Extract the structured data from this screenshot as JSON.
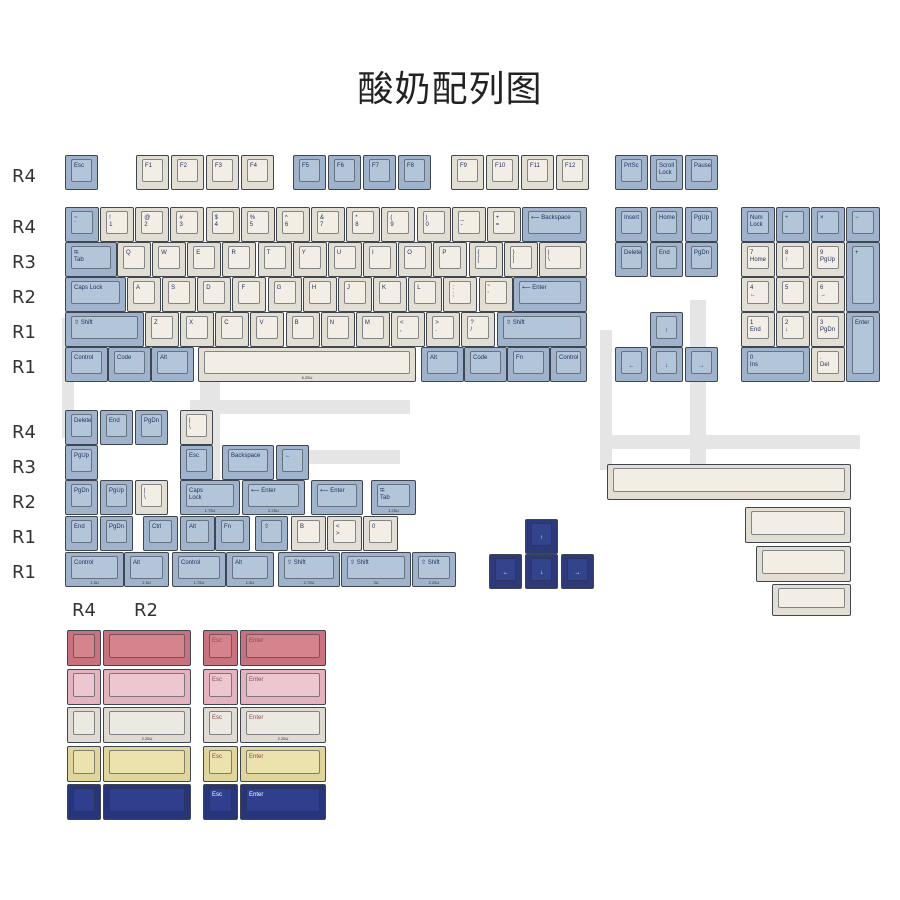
{
  "title": "酸奶配列图",
  "row_labels": {
    "r4": "R4",
    "r3": "R3",
    "r2": "R2",
    "r1": "R1"
  },
  "novelty_headers": [
    "R4",
    "R2"
  ],
  "colors": {
    "blue": "#9fb4cc",
    "cream": "#e3ded3",
    "navy": "#2c3a7a",
    "red": "#c8727d",
    "pink": "#e3b4c0",
    "ivory": "#dfdbd3",
    "yellow": "#e0d59c",
    "dark_blue": "#27357a"
  },
  "keys": {
    "fn_row": [
      "Esc",
      "F1",
      "F2",
      "F3",
      "F4",
      "F5",
      "F6",
      "F7",
      "F8",
      "F9",
      "F10",
      "F11",
      "F12",
      "PrtSc",
      "Scroll\nLock",
      "Pause"
    ],
    "num_row": [
      "~\n`",
      "!\n1",
      "@\n2",
      "#\n3",
      "$\n4",
      "%\n5",
      "^\n6",
      "&\n7",
      "*\n8",
      "(\n9",
      ")\n0",
      "_\n-",
      "+\n=",
      "⟵ Backspace"
    ],
    "nav_top": [
      "Insert",
      "Home",
      "PgUp",
      "Delete",
      "End",
      "PgDn"
    ],
    "numpad": [
      "Num\nLock",
      "÷",
      "×",
      "−",
      "7\nHome",
      "8\n↑",
      "9\nPgUp",
      "+",
      "4\n←",
      "5",
      "6\n→",
      "1\nEnd",
      "2\n↓",
      "3\nPgDn",
      "Enter",
      "0\nIns",
      ".\nDel"
    ],
    "q_row": [
      "⭾\nTab",
      "Q",
      "W",
      "E",
      "R",
      "T",
      "Y",
      "U",
      "I",
      "O",
      "P",
      "{\n[",
      "}\n]",
      "|\n\\"
    ],
    "a_row": [
      "Caps Lock",
      "A",
      "S",
      "D",
      "F",
      "G",
      "H",
      "J",
      "K",
      "L",
      ":\n;",
      "\"\n'",
      "⟵ Enter"
    ],
    "z_row": [
      "⇧ Shift",
      "Z",
      "X",
      "C",
      "V",
      "B",
      "N",
      "M",
      "<\n,",
      ">\n.",
      "?\n/",
      "⇧ Shift"
    ],
    "bottom_row": [
      "Control",
      "Code",
      "Alt",
      "Alt",
      "Code",
      "Fn",
      "Control"
    ],
    "arrows": [
      "↑",
      "←",
      "↓",
      "→"
    ],
    "space_size": "6.25U",
    "extras": [
      "Delete",
      "End",
      "PgDn",
      "|\n\\",
      "PgUp",
      "Esc",
      "Backspace",
      "←",
      "PgDn",
      "PgUp",
      "|\n\\",
      "Caps\nLock",
      "⟵ Enter",
      "⟵ Enter",
      "⭾\nTab",
      "End",
      "PgDn",
      "Ctrl",
      "Alt",
      "Fn",
      "⇧",
      "B",
      "<\n>",
      "0",
      "Control",
      "Alt",
      "Control",
      "Alt",
      "⇧ Shift",
      "⇧ Shift",
      "⇧ Shift",
      "↑",
      "←",
      "↓",
      "→"
    ],
    "extra_sizes": [
      "1.75U",
      "2.25U",
      "1.25U",
      "1.5U",
      "1.5U",
      "1.75U",
      "1.5U",
      "2.75U",
      "3U",
      "2.25U"
    ],
    "novelty_esc": "Esc",
    "novelty_enter": "Enter",
    "novelty_size": "2.25U"
  }
}
